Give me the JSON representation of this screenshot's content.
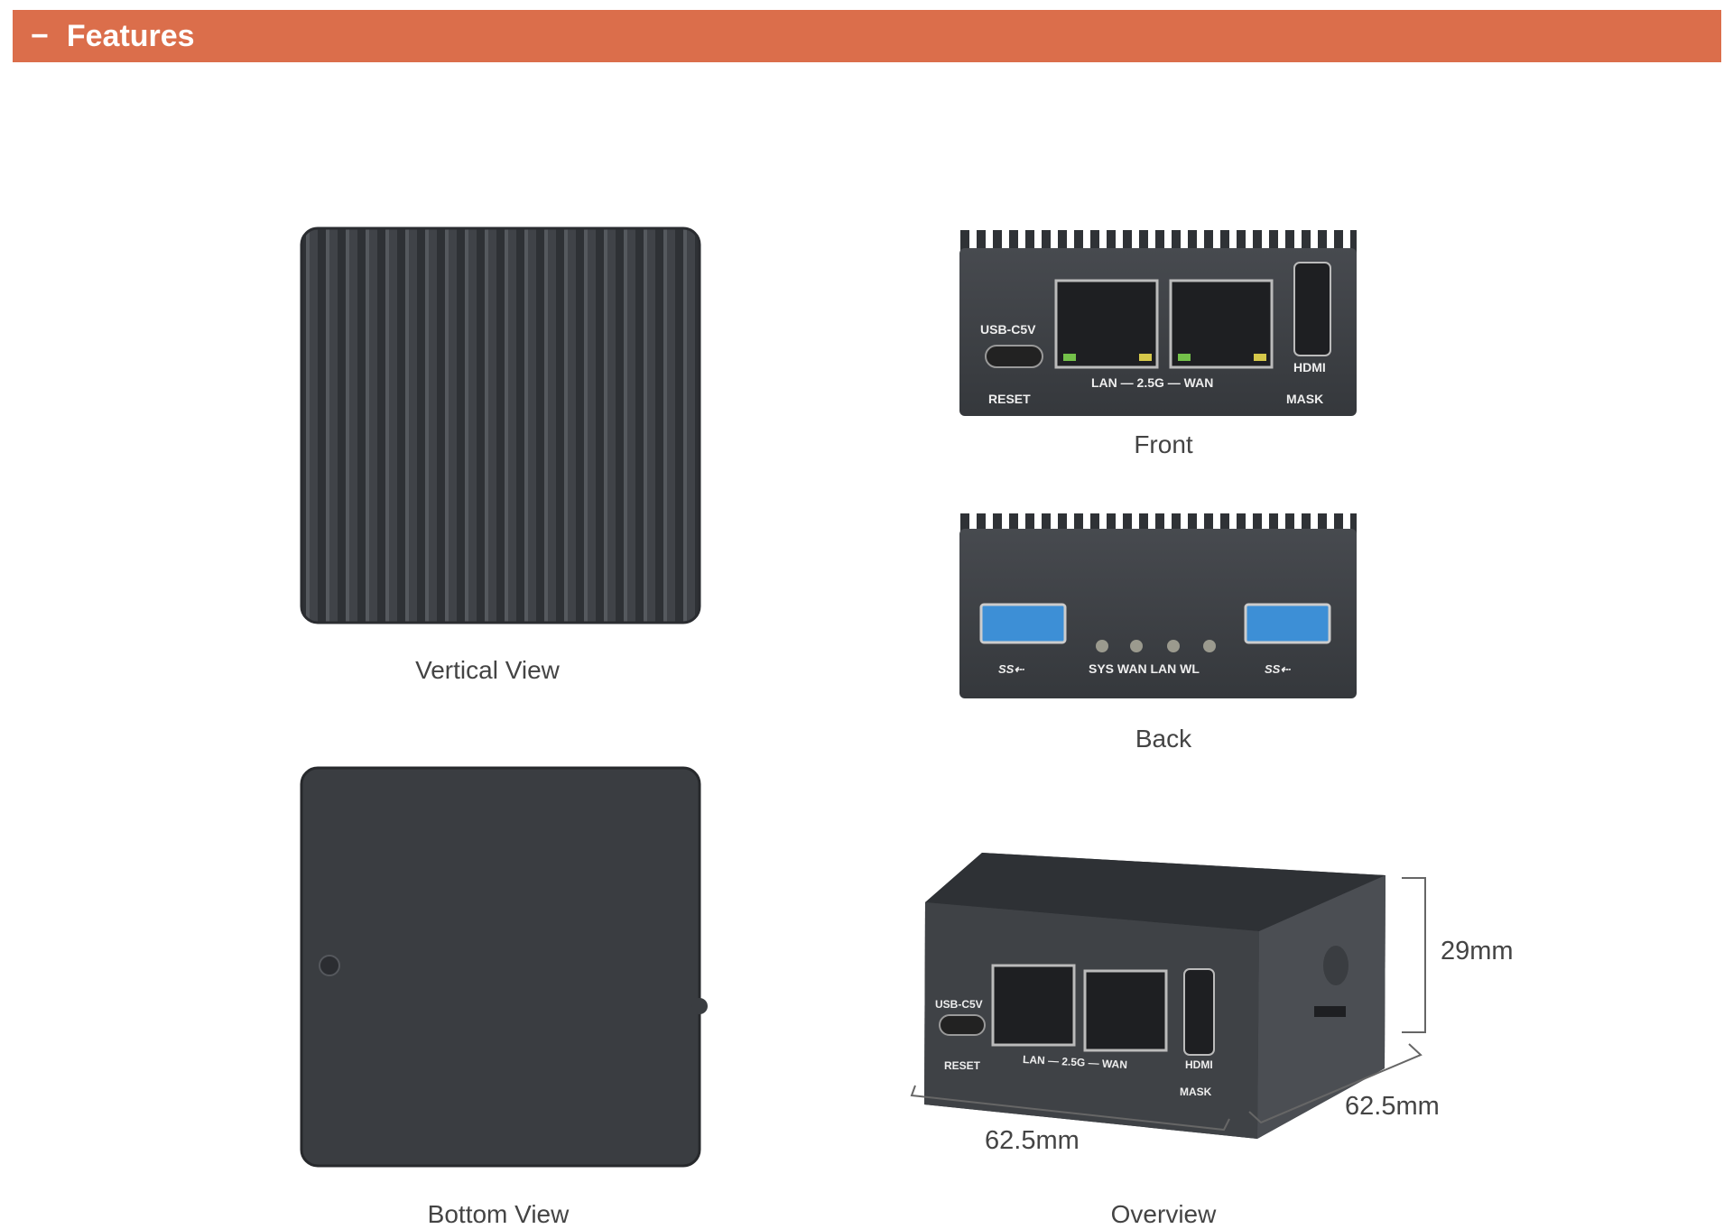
{
  "section": {
    "toggle": "−",
    "title": "Features"
  },
  "views": {
    "vertical": "Vertical View",
    "front": "Front",
    "back": "Back",
    "bottom": "Bottom View",
    "overview": "Overview"
  },
  "front_labels": {
    "usb": "USB-C5V",
    "reset": "RESET",
    "lan_wan": "LAN — 2.5G — WAN",
    "hdmi": "HDMI",
    "mask": "MASK"
  },
  "back_labels": {
    "usb_left": "SS⇠",
    "leds": "SYS WAN LAN  WL",
    "usb_right": "SS⇠"
  },
  "overview_labels": {
    "usb": "USB-C5V",
    "reset": "RESET",
    "lan_wan": "LAN — 2.5G — WAN",
    "hdmi": "HDMI",
    "mask": "MASK"
  },
  "dimensions": {
    "height": "29mm",
    "depth": "62.5mm",
    "width": "62.5mm"
  },
  "colors": {
    "header_bg": "#db6e4b",
    "device_body": "#3c3f43"
  }
}
